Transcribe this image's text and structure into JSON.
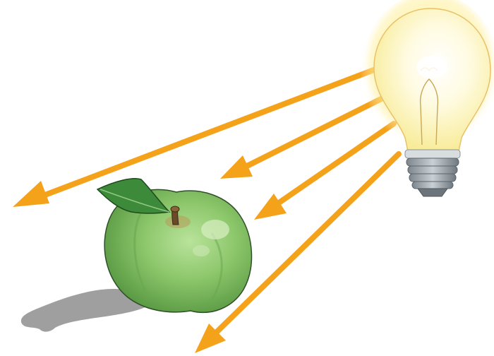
{
  "scene": {
    "objects": [
      "light-bulb",
      "green-apple",
      "apple-shadow",
      "light-ray-arrows"
    ],
    "ray_count": 4
  },
  "colors": {
    "background": "#ffffff",
    "ray": "#f5a21b",
    "bulb_glow": "#fff6b0",
    "bulb_glass": "#fffbe0",
    "bulb_base": "#9aa3aa",
    "apple_body": "#8cc66a",
    "apple_dark": "#5f9a45",
    "leaf": "#3d8a3a",
    "stem": "#6b4a2a",
    "shadow": "#8e8e8e"
  }
}
